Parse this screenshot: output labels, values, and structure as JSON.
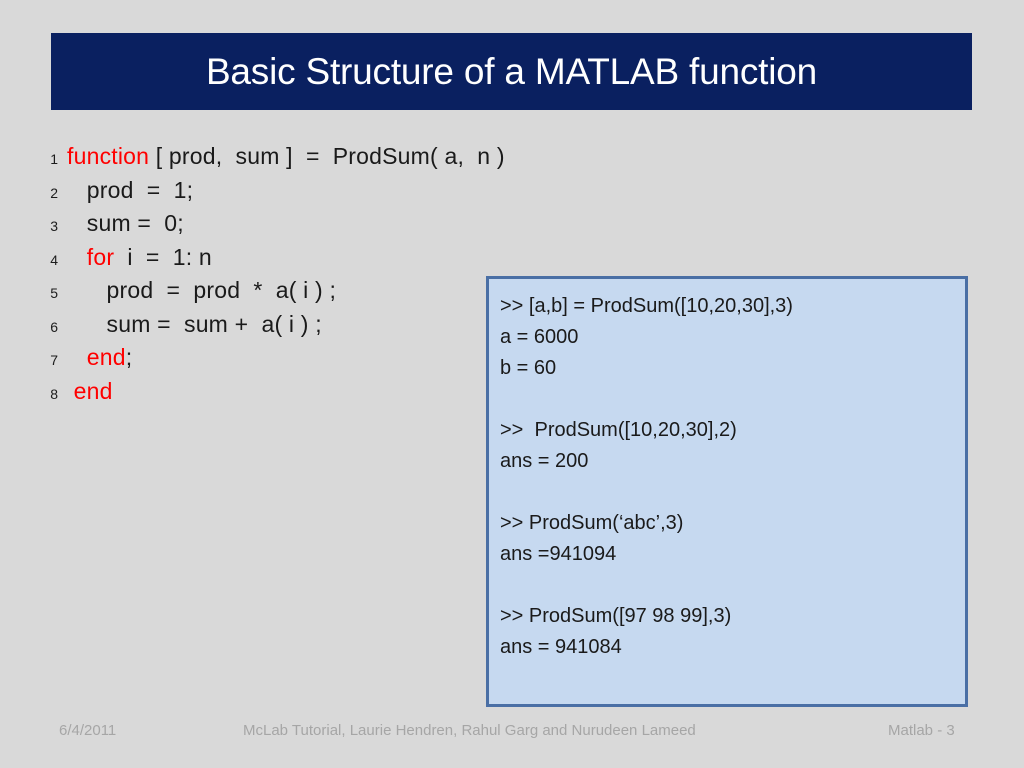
{
  "slide": {
    "title": "Basic Structure of a MATLAB function",
    "background_color": "#d9d9d9",
    "banner_color": "#0a2060",
    "keyword_color": "#ff0000",
    "console_fill_color": "#c6d9f0",
    "console_border_color": "#4a6fa5"
  },
  "code": {
    "lines": [
      {
        "number": "1",
        "segments": [
          {
            "text": "function",
            "kind": "keyword"
          },
          {
            "text": " [ prod,  sum ]  =  ProdSum( a,  n )",
            "kind": "plain"
          }
        ]
      },
      {
        "number": "2",
        "segments": [
          {
            "text": "   prod  =  1;",
            "kind": "plain"
          }
        ]
      },
      {
        "number": "3",
        "segments": [
          {
            "text": "   sum =  0;",
            "kind": "plain"
          }
        ]
      },
      {
        "number": "4",
        "segments": [
          {
            "text": "   ",
            "kind": "plain"
          },
          {
            "text": "for",
            "kind": "keyword"
          },
          {
            "text": "  i  =  1: n",
            "kind": "plain"
          }
        ]
      },
      {
        "number": "5",
        "segments": [
          {
            "text": "      prod  =  prod  *  a( i ) ;",
            "kind": "plain"
          }
        ]
      },
      {
        "number": "6",
        "segments": [
          {
            "text": "      sum =  sum +  a( i ) ;",
            "kind": "plain"
          }
        ]
      },
      {
        "number": "7",
        "segments": [
          {
            "text": "   ",
            "kind": "plain"
          },
          {
            "text": "end",
            "kind": "keyword"
          },
          {
            "text": ";",
            "kind": "plain"
          }
        ]
      },
      {
        "number": "8",
        "segments": [
          {
            "text": " ",
            "kind": "plain"
          },
          {
            "text": "end",
            "kind": "keyword"
          }
        ]
      }
    ]
  },
  "console": {
    "lines": [
      ">> [a,b] = ProdSum([10,20,30],3)",
      "a = 6000",
      "b = 60",
      "",
      ">>  ProdSum([10,20,30],2)",
      "ans = 200",
      "",
      ">> ProdSum(‘abc’,3)",
      "ans =941094",
      "",
      ">> ProdSum([97 98 99],3)",
      "ans = 941084"
    ]
  },
  "footer": {
    "date": "6/4/2011",
    "center": "McLab Tutorial,  Laurie Hendren, Rahul Garg and Nurudeen Lameed",
    "page": "Matlab - 3"
  }
}
